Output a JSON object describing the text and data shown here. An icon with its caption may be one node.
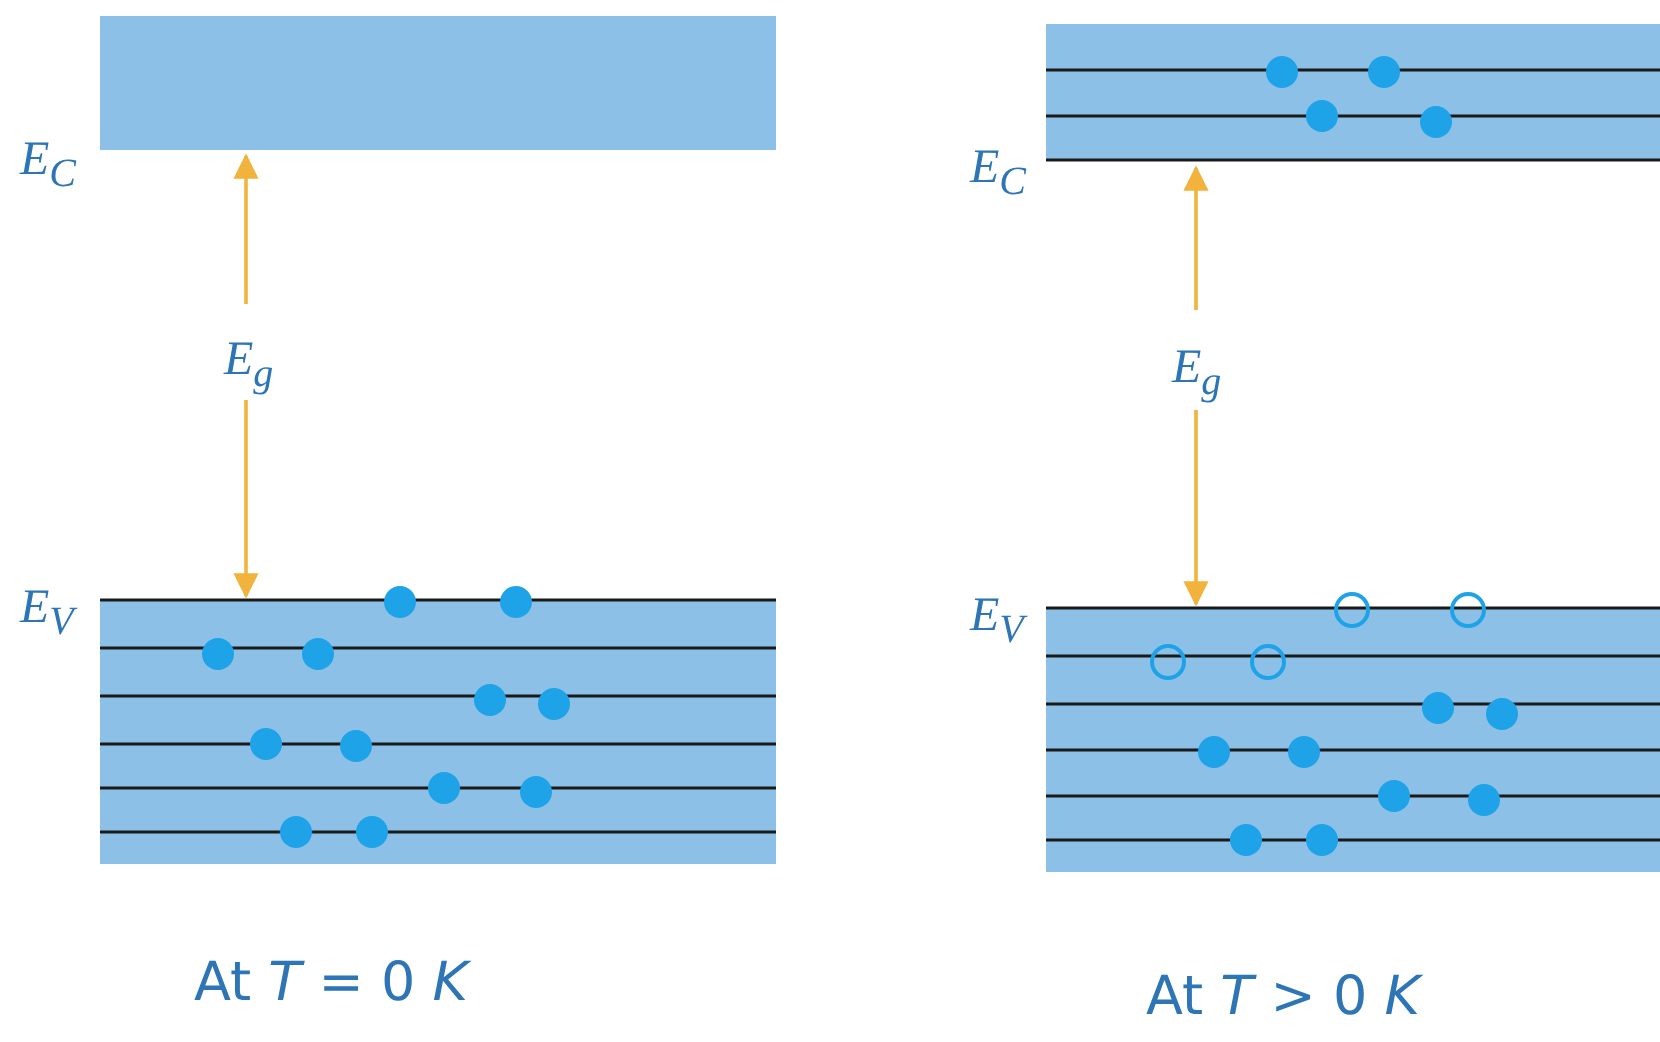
{
  "diagram": {
    "labels": [
      "E$_{C}$",
      "E$_{C}$",
      "E$_{g}$",
      "E$_{g}$",
      "E$_{V}$",
      "E$_{V}$",
      "At *T* = 0 *K*",
      "At *T* > 0 *K*"
    ]
  }
}
